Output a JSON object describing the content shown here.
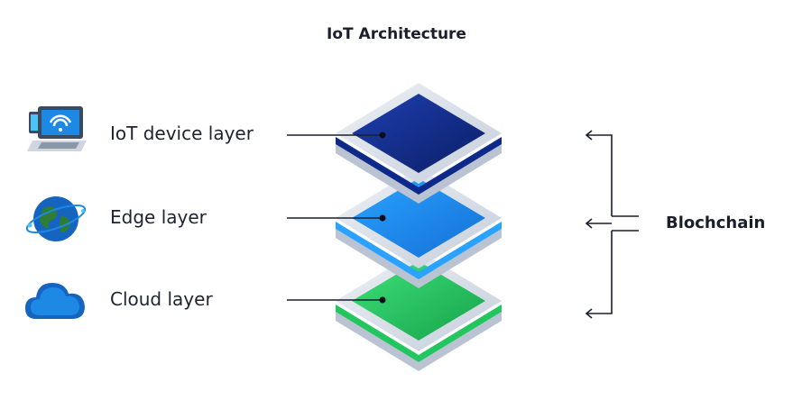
{
  "title": "IoT Architecture",
  "layers": [
    {
      "label": "IoT device layer",
      "icon": "laptop-phone-icon",
      "color": "#0d2a8a"
    },
    {
      "label": "Edge layer",
      "icon": "globe-icon",
      "color": "#1e88e5"
    },
    {
      "label": "Cloud layer",
      "icon": "cloud-icon",
      "color": "#22c55e"
    }
  ],
  "side_label": "Blochchain",
  "colors": {
    "plate": "#dde3ec",
    "plate_edge": "#b9c3d1",
    "line": "#1b1f2b"
  }
}
